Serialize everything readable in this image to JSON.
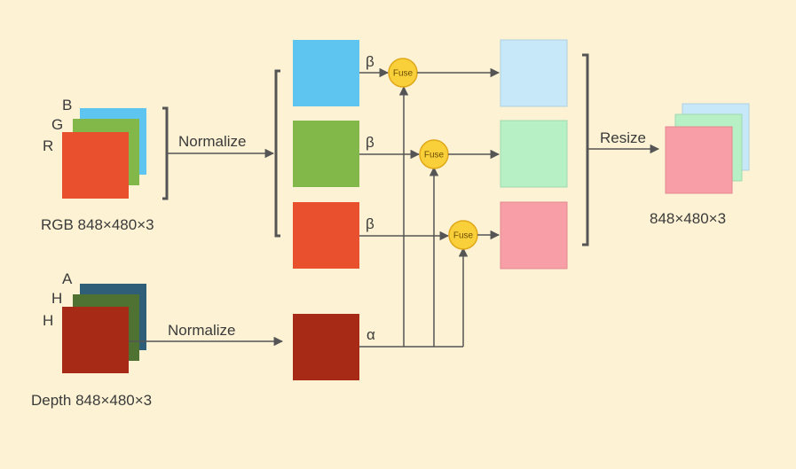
{
  "rgb_input": {
    "channel_b": "B",
    "channel_g": "G",
    "channel_r": "R",
    "caption": "RGB 848×480×3",
    "colors": {
      "b": "#5ec4f0",
      "g": "#82b84a",
      "r": "#e8502e"
    }
  },
  "depth_input": {
    "channel_a": "A",
    "channel_h1": "H",
    "channel_h2": "H",
    "caption": "Depth 848×480×3",
    "colors": {
      "a": "#2f5f78",
      "h_mid": "#4f7131",
      "h_front": "#a72a16"
    }
  },
  "labels": {
    "normalize_rgb": "Normalize",
    "normalize_depth": "Normalize",
    "resize": "Resize",
    "beta_1": "β",
    "beta_2": "β",
    "beta_3": "β",
    "alpha": "α",
    "fuse_1": "Fuse",
    "fuse_2": "Fuse",
    "fuse_3": "Fuse"
  },
  "output": {
    "caption": "848×480×3",
    "colors": {
      "back": "#c6e8f8",
      "mid": "#b8f0c6",
      "front": "#f89ea6"
    }
  },
  "colors": {
    "background": "#fdf3d4",
    "line": "#555555",
    "fuse_fill": "#f9cf3a",
    "fuse_stroke": "#e0a81a",
    "norm_blue": "#5ec4f0",
    "norm_green": "#82b84a",
    "norm_red": "#e8502e",
    "depth_norm": "#a72a16",
    "fused_blue": "#c6e8f8",
    "fused_green": "#b8f0c6",
    "fused_red": "#f89ea6"
  }
}
